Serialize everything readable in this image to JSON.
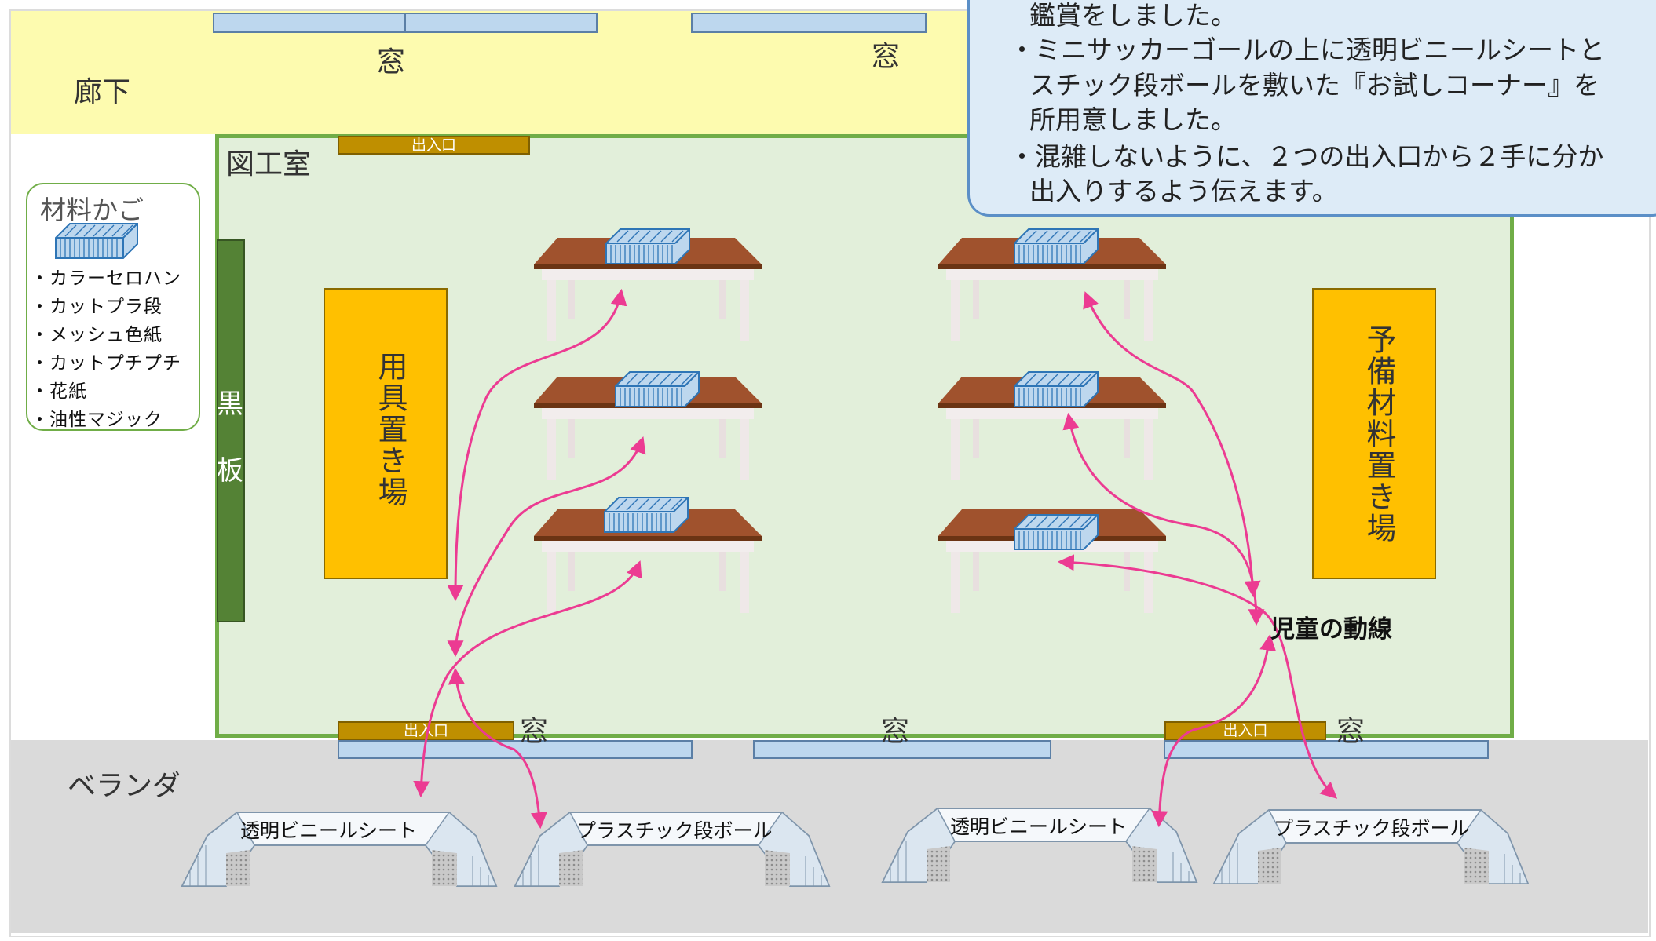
{
  "labels": {
    "corridor": "廊下",
    "window": "窓",
    "room": "図工室",
    "door": "出入口",
    "veranda": "ベランダ",
    "blackboard_1": "黒",
    "blackboard_2": "板",
    "tool_storage": "用具置き場",
    "spare_storage": "予備材料置き場",
    "flow": "児童の動線"
  },
  "materials": {
    "title": "材料かご",
    "items": [
      "・カラーセロハン",
      "・カットプラ段",
      "・メッシュ色紙",
      "・カットプチプチ",
      "・花紙",
      "・油性マジック"
    ]
  },
  "callout": {
    "lines": [
      "鑑賞をしました。",
      "・ミニサッカーゴールの上に透明ビニールシートと",
      "スチック段ボールを敷いた『お試しコーナー』を",
      "所用意しました。",
      "・混雑しないように、２つの出入口から２手に分か",
      "出入りするよう伝えます。"
    ]
  },
  "try_corners": [
    "透明ビニールシート",
    "プラスチック段ボール",
    "透明ビニールシート",
    "プラスチック段ボール"
  ],
  "colors": {
    "corridor": "#fdfbaf",
    "room": "#e2efda",
    "room_border": "#70ad47",
    "storage": "#ffc000",
    "door": "#bf8f00",
    "window": "#bdd7ee",
    "blackboard": "#548235",
    "veranda": "#dadada",
    "callout": "#ddebf7",
    "flow_arrow": "#ec3b92",
    "desk_top": "#8b4513"
  }
}
